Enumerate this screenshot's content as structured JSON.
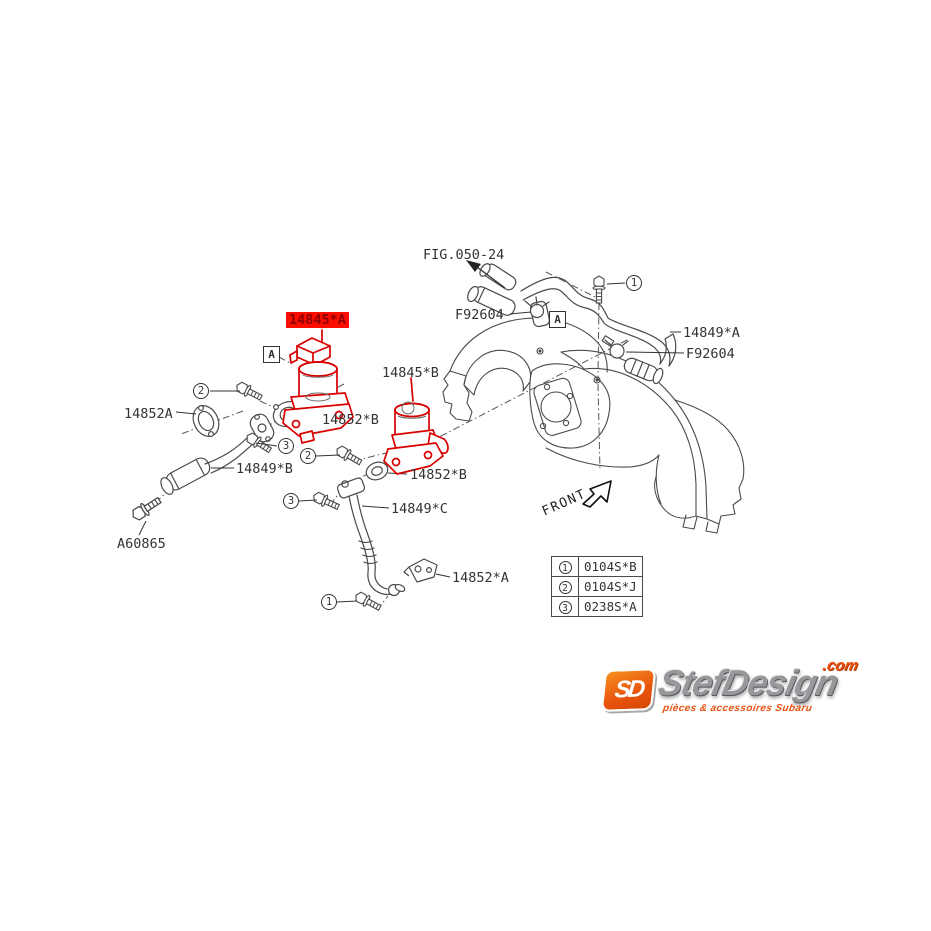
{
  "diagram": {
    "fig_ref": "FIG.050-24",
    "front_label": "FRONT",
    "view_marker": "A",
    "highlight_color": "#e80000",
    "line_color": "#4a4a4a",
    "labels": {
      "p14845A": "14845*A",
      "p14845B": "14845*B",
      "p14849A": "14849*A",
      "p14849B": "14849*B",
      "p14849C": "14849*C",
      "p14852A": "14852A",
      "p14852sA": "14852*A",
      "p14852sB1": "14852*B",
      "p14852sB2": "14852*B",
      "pF92604r": "F92604",
      "pF92604l": "F92604",
      "pA60865": "A60865"
    }
  },
  "callouts": [
    {
      "n": "1"
    },
    {
      "n": "2"
    },
    {
      "n": "3"
    },
    {
      "n": "2"
    },
    {
      "n": "3"
    },
    {
      "n": "1"
    }
  ],
  "legend": {
    "rows": [
      {
        "num": "1",
        "code": "0104S*B"
      },
      {
        "num": "2",
        "code": "0104S*J"
      },
      {
        "num": "3",
        "code": "0238S*A"
      }
    ]
  },
  "logo": {
    "icon": "SD",
    "brand": "StefDesign",
    "tld": ".com",
    "tagline": "pièces & accessoires Subaru",
    "orange": "#e8500e"
  }
}
